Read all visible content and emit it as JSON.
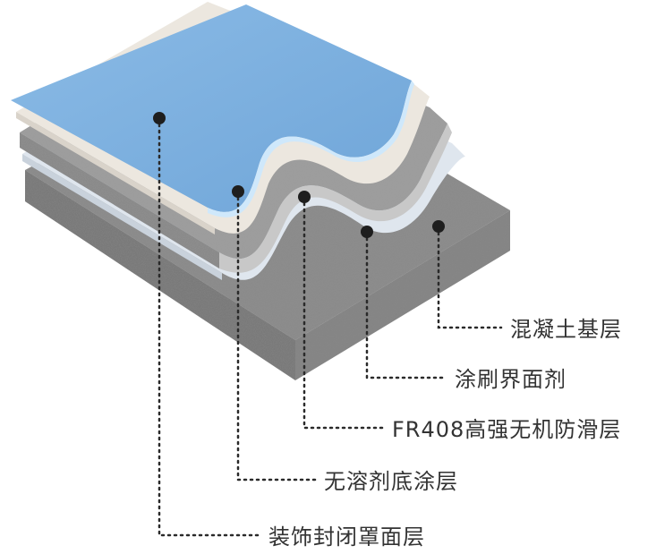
{
  "layers": [
    {
      "id": "concrete",
      "label": "混凝土基层",
      "color": "#8f8f8f"
    },
    {
      "id": "primer",
      "label": "涂刷界面剂",
      "color": "#dde4ec"
    },
    {
      "id": "antislip",
      "label": "FR408高强无机防滑层",
      "color": "#9a9a9a"
    },
    {
      "id": "undercoat",
      "label": "无溶剂底涂层",
      "color": "#eeeae3"
    },
    {
      "id": "topcoat",
      "label": "装饰封闭罩面层",
      "color": "#7fb0de"
    }
  ]
}
